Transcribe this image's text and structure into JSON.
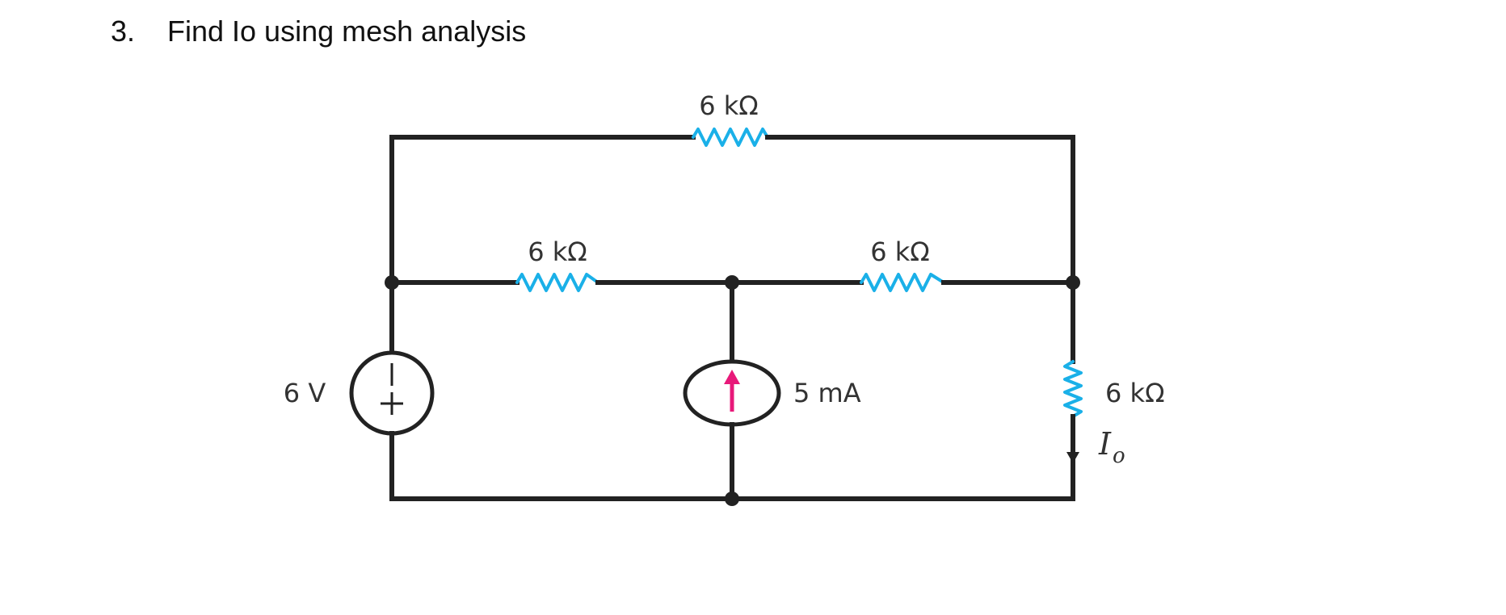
{
  "question": {
    "number": "3.",
    "text": "Find Io using mesh analysis"
  },
  "circuit": {
    "resistor_top": "6 kΩ",
    "resistor_mid_left": "6 kΩ",
    "resistor_mid_right": "6 kΩ",
    "resistor_right": "6 kΩ",
    "voltage_source": "6 V",
    "voltage_source_plus": "+",
    "voltage_source_minus": "|",
    "current_source": "5 mA",
    "current_label_main": "I",
    "current_label_sub": "o",
    "colors": {
      "wire": "#222222",
      "resistor": "#1ab0e8",
      "current_arrow": "#e8197a"
    }
  }
}
